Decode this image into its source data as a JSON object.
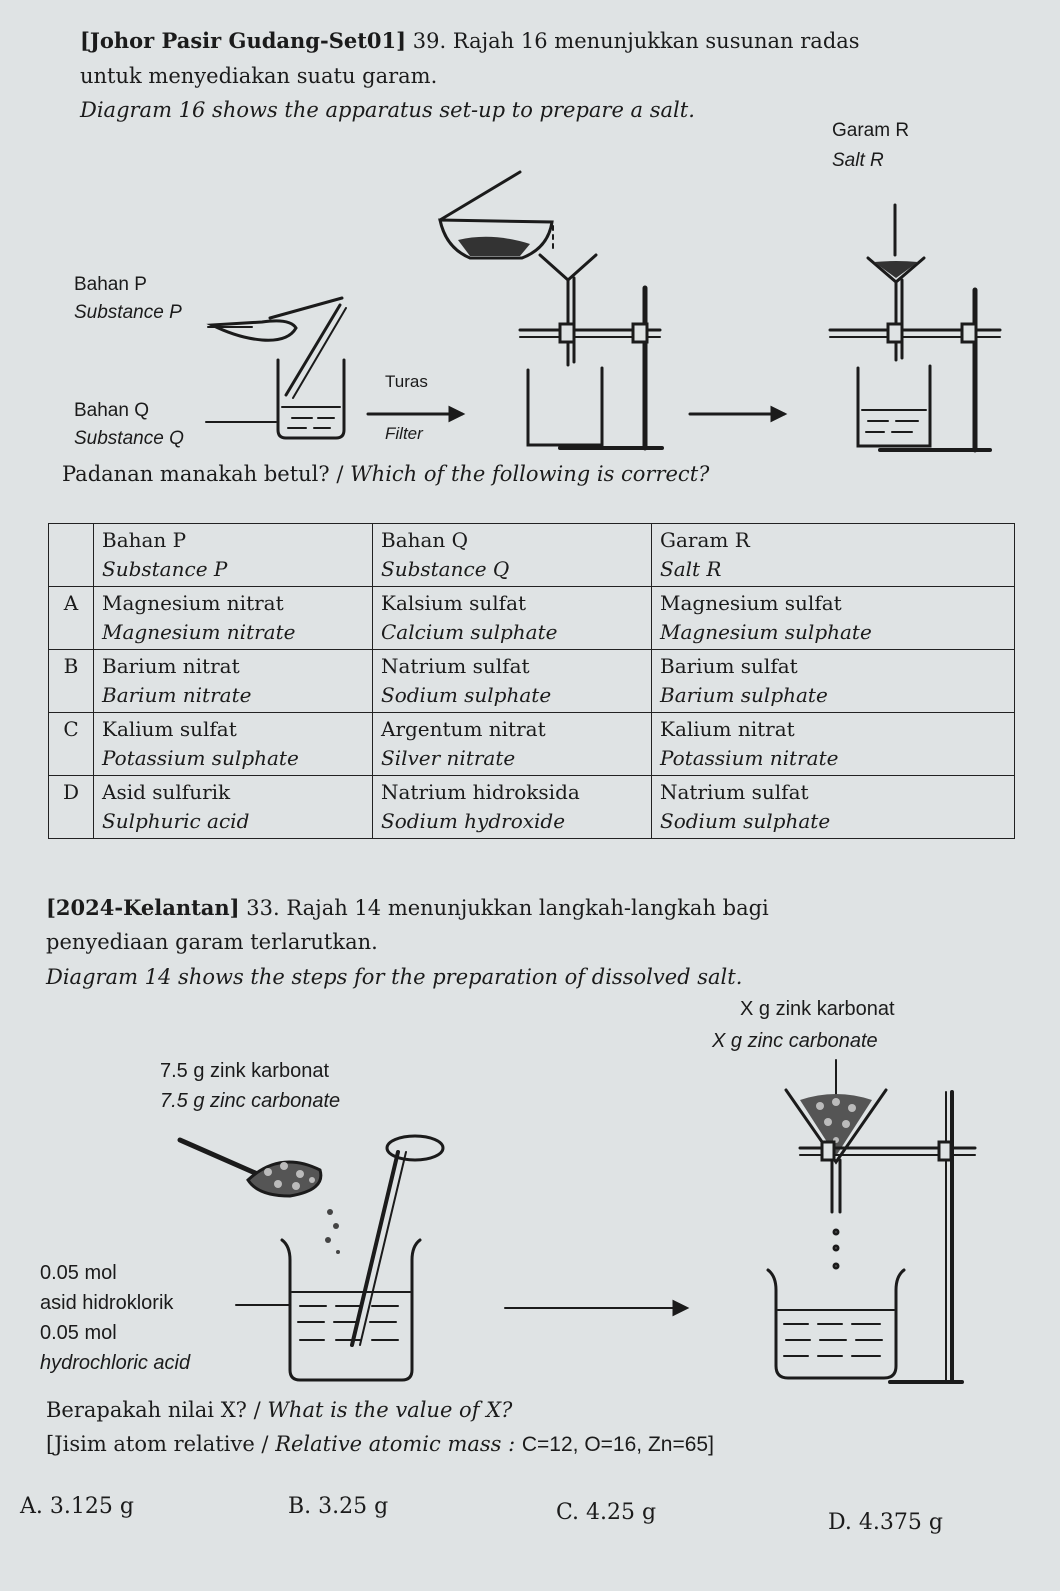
{
  "q1": {
    "source_tag": "[Johor Pasir Gudang-Set01]",
    "line1_rest": " 39. Rajah 16 menunjukkan susunan radas",
    "line2": "untuk menyediakan suatu garam.",
    "line3": "Diagram 16 shows the apparatus set-up to prepare a salt.",
    "labels": {
      "garam_r": "Garam R",
      "salt_r": "Salt R",
      "bahan_p": "Bahan P",
      "substance_p": "Substance P",
      "bahan_q": "Bahan Q",
      "substance_q": "Substance Q",
      "turas": "Turas",
      "filter": "Filter"
    },
    "prompt": "Padanan manakah betul? / ",
    "prompt_en": "Which of the following is correct?",
    "table": {
      "headers": [
        {
          "ms": "Bahan P",
          "en": "Substance P"
        },
        {
          "ms": "Bahan Q",
          "en": "Substance Q"
        },
        {
          "ms": "Garam R",
          "en": "Salt R"
        }
      ],
      "rows": [
        {
          "letter": "A",
          "cells": [
            {
              "ms": "Magnesium nitrat",
              "en": "Magnesium nitrate"
            },
            {
              "ms": "Kalsium sulfat",
              "en": "Calcium sulphate"
            },
            {
              "ms": "Magnesium sulfat",
              "en": "Magnesium sulphate"
            }
          ]
        },
        {
          "letter": "B",
          "cells": [
            {
              "ms": "Barium nitrat",
              "en": "Barium nitrate"
            },
            {
              "ms": "Natrium sulfat",
              "en": "Sodium sulphate"
            },
            {
              "ms": "Barium sulfat",
              "en": "Barium sulphate"
            }
          ]
        },
        {
          "letter": "C",
          "cells": [
            {
              "ms": "Kalium sulfat",
              "en": "Potassium sulphate"
            },
            {
              "ms": "Argentum nitrat",
              "en": "Silver nitrate"
            },
            {
              "ms": "Kalium nitrat",
              "en": "Potassium nitrate"
            }
          ]
        },
        {
          "letter": "D",
          "cells": [
            {
              "ms": "Asid sulfurik",
              "en": "Sulphuric acid"
            },
            {
              "ms": "Natrium hidroksida",
              "en": "Sodium hydroxide"
            },
            {
              "ms": "Natrium sulfat",
              "en": "Sodium sulphate"
            }
          ]
        }
      ]
    }
  },
  "q2": {
    "source_tag": "[2024-Kelantan]",
    "line1_rest": " 33. Rajah 14 menunjukkan langkah-langkah bagi",
    "line2": "penyediaan garam terlarutkan.",
    "line3": "Diagram 14 shows the steps for the preparation of dissolved salt.",
    "labels": {
      "x_ms": "X g zink karbonat",
      "x_en": "X g zinc carbonate",
      "s_ms": "7.5 g zink karbonat",
      "s_en": "7.5 g zinc carbonate",
      "acid1": "0.05 mol",
      "acid2": "asid hidroklorik",
      "acid3": "0.05 mol",
      "acid4": "hydrochloric acid"
    },
    "prompt": "Berapakah nilai X? / ",
    "prompt_en": "What is the value of X?",
    "ram_ms": "[Jisim atom relative / ",
    "ram_en": "Relative atomic mass : ",
    "ram_values": "C=12, O=16, Zn=65]",
    "options": [
      "A. 3.125 g",
      "B. 3.25 g",
      "C. 4.25 g",
      "D. 4.375 g"
    ]
  }
}
